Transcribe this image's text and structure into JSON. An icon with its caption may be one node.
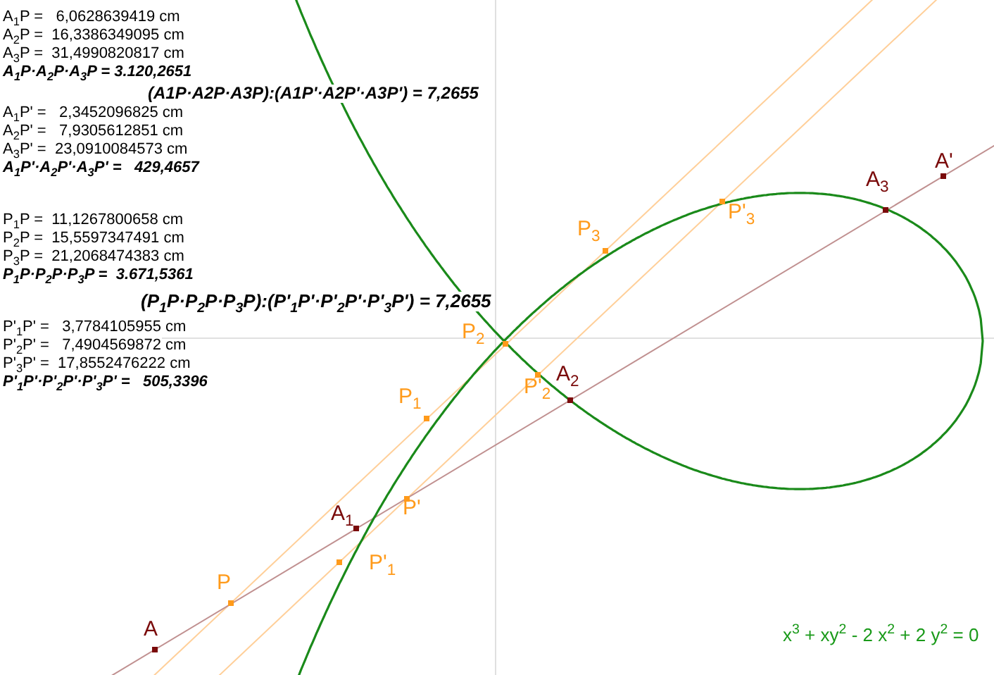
{
  "diagram": {
    "labels": [
      "A$_{1}$P =   6,0628639419 cm",
      "A$_{2}$P =  16,3386349095 cm",
      "A$_{3}$P =  31,4990820817 cm",
      "A$_{1}$P·A$_{2}$P·A$_{3}$P = 3.120,2651",
      "(A1P·A2P·A3P):(A1P'·A2P'·A3P') = 7,2655",
      "A$_{1}$P' =   2,3452096825 cm",
      "A$_{2}$P' =   7,9305612851 cm",
      "A$_{3}$P' =  23,0910084573 cm",
      "A$_{1}$P'·A$_{2}$P'·A$_{3}$P' =   429,4657",
      "P$_{1}$P =  11,1267800658 cm",
      "P$_{2}$P =  15,5597347491 cm",
      "P$_{3}$P =  21,2068474383 cm",
      "P$_{1}$P·P$_{2}$P·P$_{3}$P =  3.671,5361",
      "(P$_{1}$P·P$_{2}$P·P$_{3}$P):(P'$_{1}$P'·P'$_{2}$P'·P'$_{3}$P') = 7,2655",
      "P'$_{1}$P' =   3,7784105955 cm",
      "P'$_{2}$P' =   7,4904569872 cm",
      "P'$_{3}$P' =  17,8552476222 cm",
      "P'$_{1}$P'·P'$_{2}$P'·P'$_{3}$P' =   505,3396",
      "A'",
      "A$_{3}$",
      "P'$_{3}$",
      "P$_{3}$",
      "P$_{2}$",
      "A$_{2}$",
      "P'$_{2}$",
      "P$_{1}$",
      "P'",
      "A$_{1}$",
      "P'$_{1}$",
      "P",
      "A",
      "x$^{3}$ + xy$^{2}$ - 2 x$^{2}$ + 2 y$^{2}$ = 0"
    ]
  }
}
